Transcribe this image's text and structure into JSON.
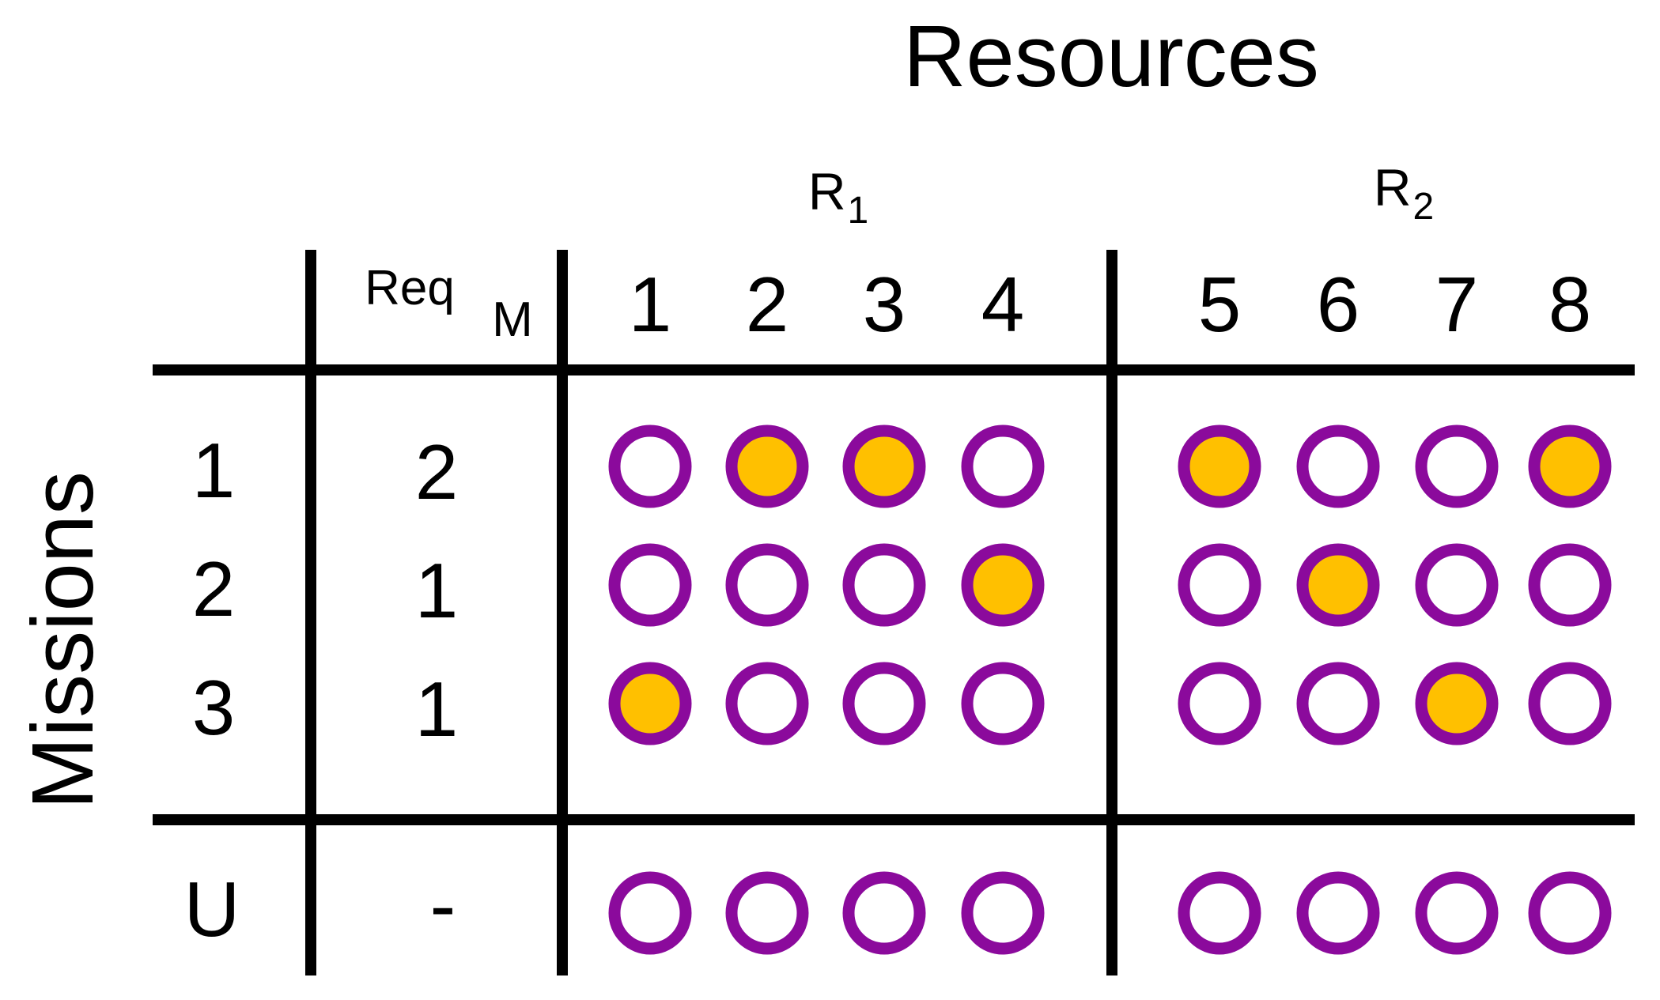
{
  "title": "Resources",
  "axis_left": "Missions",
  "groups": [
    {
      "base": "R",
      "sub": "1"
    },
    {
      "base": "R",
      "sub": "2"
    }
  ],
  "columns": [
    "1",
    "2",
    "3",
    "4",
    "5",
    "6",
    "7",
    "8"
  ],
  "req_header": "Req",
  "req_sub": "M",
  "rows": [
    {
      "label": "1",
      "req": "2",
      "filled": [
        false,
        true,
        true,
        false,
        true,
        false,
        false,
        true
      ]
    },
    {
      "label": "2",
      "req": "1",
      "filled": [
        false,
        false,
        false,
        true,
        false,
        true,
        false,
        false
      ]
    },
    {
      "label": "3",
      "req": "1",
      "filled": [
        true,
        false,
        false,
        false,
        false,
        false,
        true,
        false
      ]
    }
  ],
  "unassigned": {
    "label": "U",
    "req": "-",
    "filled": [
      false,
      false,
      false,
      false,
      false,
      false,
      false,
      false
    ]
  },
  "colors": {
    "ring": "#8b0a9c",
    "fill": "#ffc000",
    "req_text": "#8b19d6",
    "empty": "#ffffff"
  }
}
